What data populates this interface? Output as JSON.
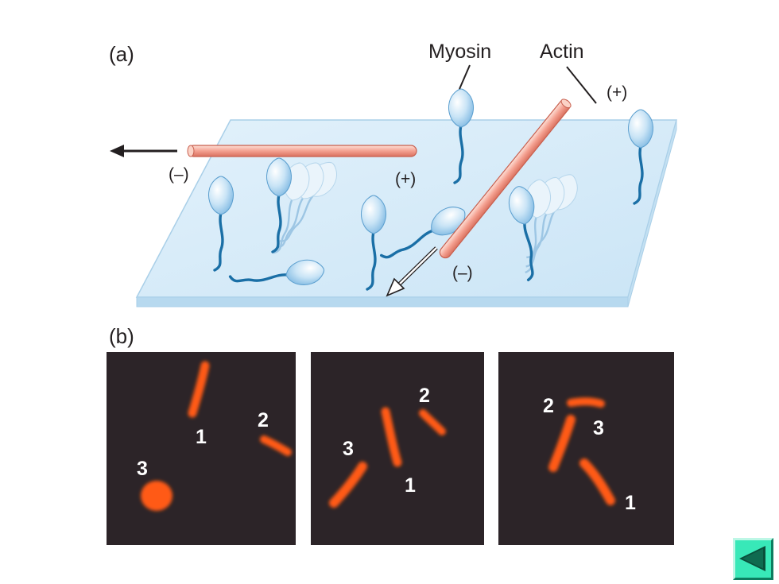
{
  "panel_a": {
    "label": "(a)",
    "myosin_label": "Myosin",
    "actin_label": "Actin",
    "filament_horizontal": {
      "minus": "(–)",
      "plus": "(+)"
    },
    "filament_diagonal": {
      "minus": "(–)",
      "plus": "(+)"
    }
  },
  "panel_b": {
    "label": "(b)",
    "frames": [
      {
        "labels": [
          "1",
          "2",
          "3"
        ]
      },
      {
        "labels": [
          "2",
          "3",
          "1"
        ]
      },
      {
        "labels": [
          "2",
          "3",
          "1"
        ]
      }
    ]
  },
  "nav": {
    "back_button_icon": "triangle-left-icon"
  },
  "colors": {
    "actin": "#f4a090",
    "myosin_tail": "#1a6fa6",
    "myosin_head": "#b9dcf3",
    "slide": "#d6ecf8",
    "micrograph_bg": "#2c2428",
    "filament_glow": "#ff5a12",
    "button": "#38e8b8"
  }
}
